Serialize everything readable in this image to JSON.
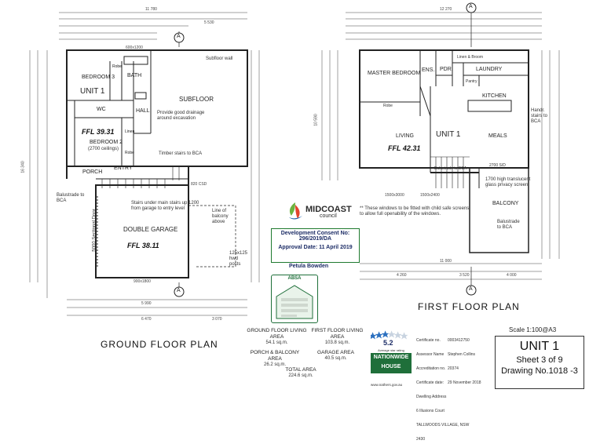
{
  "ground_floor": {
    "title": "GROUND FLOOR PLAN",
    "unit_label": "UNIT 1",
    "rooms": {
      "bedroom3": "BEDROOM 3",
      "bath": "BATH",
      "robe1": "Robe",
      "robe2": "Robe",
      "hall": "HALL",
      "wc": "WC",
      "linen": "Linen",
      "bedroom2": "BEDROOM 2",
      "bedroom2_note": "(2700 ceilings)",
      "porch": "PORCH",
      "entry": "ENTRY",
      "subfloor": "SUBFLOOR",
      "double_garage": "DOUBLE GARAGE",
      "sectional_door": "5000 Sectional Door"
    },
    "ffl_upper": "FFL 39.31",
    "ffl_garage": "FFL 38.11",
    "notes": {
      "subfloor_wall": "Subfloor wall",
      "drainage": "Provide good drainage around excavation",
      "timber_stairs": "Timber stairs to BCA",
      "stairs_under": "Stairs under main stairs up 1200 from garage to entry level",
      "balcony_line": "Line of balcony above",
      "posts": "125x125 hwd posts",
      "balustrade": "Balustrade to BCA"
    },
    "dims": {
      "top_total": "11 780",
      "top_right": "5 530",
      "window_top": "600x1200",
      "bottom_1": "5 990",
      "bottom_2": "6 470",
      "bottom_3": "3 070",
      "garage_window": "900x1800",
      "door": "820 CSD",
      "left_total": "16 340"
    }
  },
  "first_floor": {
    "title": "FIRST FLOOR PLAN",
    "unit_label": "UNIT 1",
    "rooms": {
      "master_bedroom": "MASTER BEDROOM",
      "ens": "ENS.",
      "pdr": "PDR.",
      "laundry": "LAUNDRY",
      "linen_broom": "Linen & Broom",
      "pantry": "Pantry",
      "kitchen": "KITCHEN",
      "robe": "Robe",
      "living": "LIVING",
      "meals": "MEALS",
      "balcony": "BALCONY"
    },
    "ffl": "FFL 42.31",
    "notes": {
      "stairs": "Handr. stairs to BCA",
      "balustrade_stair": "Balustrade to BCA",
      "glass": "1700 high translucent glass privacy screen",
      "balustrade_balcony": "Balustrade to BCA",
      "windows": "** These windows to be fitted with child safe screens to allow full openability of the windows.",
      "sd": "2700 S/D"
    },
    "dims": {
      "top_total": "12 270",
      "mid": "11 000",
      "bottom_1": "3 520",
      "bottom_2": "4 260",
      "bottom_3": "4 000",
      "win_1": "1500x3000",
      "win_2": "1500x2400",
      "left_total": "10 590"
    }
  },
  "areas": {
    "ground_living": {
      "label": "GROUND FLOOR LIVING AREA",
      "value": "54.1 sq.m."
    },
    "first_living": {
      "label": "FIRST FLOOR LIVING AREA",
      "value": "103.8 sq.m."
    },
    "porch_balcony": {
      "label": "PORCH & BALCONY AREA",
      "value": "26.2 sq.m."
    },
    "garage": {
      "label": "GARAGE AREA",
      "value": "40.5 sq.m."
    },
    "total": {
      "label": "TOTAL AREA",
      "value": "224.6 sq.m."
    }
  },
  "council": {
    "name": "MIDCOAST",
    "sub": "council",
    "consent_label": "Development Consent No:",
    "consent_no": "296/2019/DA",
    "approval": "Approval Date: 11 April 2019",
    "officer": "Petula Bowden"
  },
  "absa": {
    "label": "ABSA"
  },
  "nathers": {
    "stars": "5.2",
    "rating_caption": "Average star rating",
    "brand": "NATIONWIDE HOUSE",
    "url": "www.nathers.gov.au",
    "rows": [
      {
        "k": "Certificate no.",
        "v": "0003412750"
      },
      {
        "k": "Assessor Name",
        "v": "Stephen Collins"
      },
      {
        "k": "Accreditation no.",
        "v": "20374"
      },
      {
        "k": "Certificate date:",
        "v": "29 November 2018"
      },
      {
        "k": "Dwelling Address",
        "v": ""
      },
      {
        "k": "",
        "v": "6 Illusions Court"
      },
      {
        "k": "",
        "v": "TALLWOODS VILLAGE, NSW"
      },
      {
        "k": "",
        "v": "2430"
      }
    ]
  },
  "title_block": {
    "scale": "Scale 1:100@A3",
    "unit": "UNIT 1",
    "sheet": "Sheet 3 of 9",
    "drawing": "Drawing No.1018 -3"
  },
  "section_marker": "A",
  "colors": {
    "line": "#222222",
    "stamp_border": "#1f7a2f",
    "council_blue": "#1c2c66",
    "council_green": "#6db33f",
    "nathers_green": "#1f6f3a"
  }
}
